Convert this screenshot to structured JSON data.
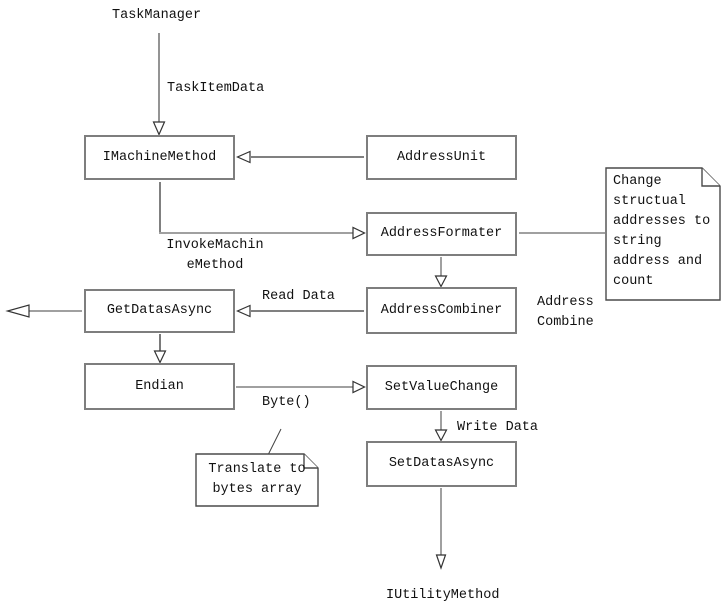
{
  "diagram": {
    "endpoints": {
      "task_manager": "TaskManager",
      "iutility_method": "IUtilityMethod"
    },
    "boxes": {
      "imachine_method": "IMachineMethod",
      "address_unit": "AddressUnit",
      "address_formater": "AddressFormater",
      "address_combiner": "AddressCombiner",
      "get_datas_async": "GetDatasAsync",
      "endian": "Endian",
      "set_value_change": "SetValueChange",
      "set_datas_async": "SetDatasAsync"
    },
    "edge_labels": {
      "task_item_data": "TaskItemData",
      "invoke_machine_method": "InvokeMachin\neMethod",
      "read_data": "Read Data",
      "address_combine": "Address\nCombine",
      "byte": "Byte()",
      "write_data": "Write Data"
    },
    "notes": {
      "change_structural": "Change\nstructual\naddresses to\nstring\naddress and\ncount",
      "translate_bytes": "Translate to\nbytes array"
    }
  },
  "colors": {
    "background": "#ffffff",
    "box_border": "#7e7e7e",
    "line_strong": "#808080",
    "line_thin": "#404040",
    "text": "#111111"
  }
}
